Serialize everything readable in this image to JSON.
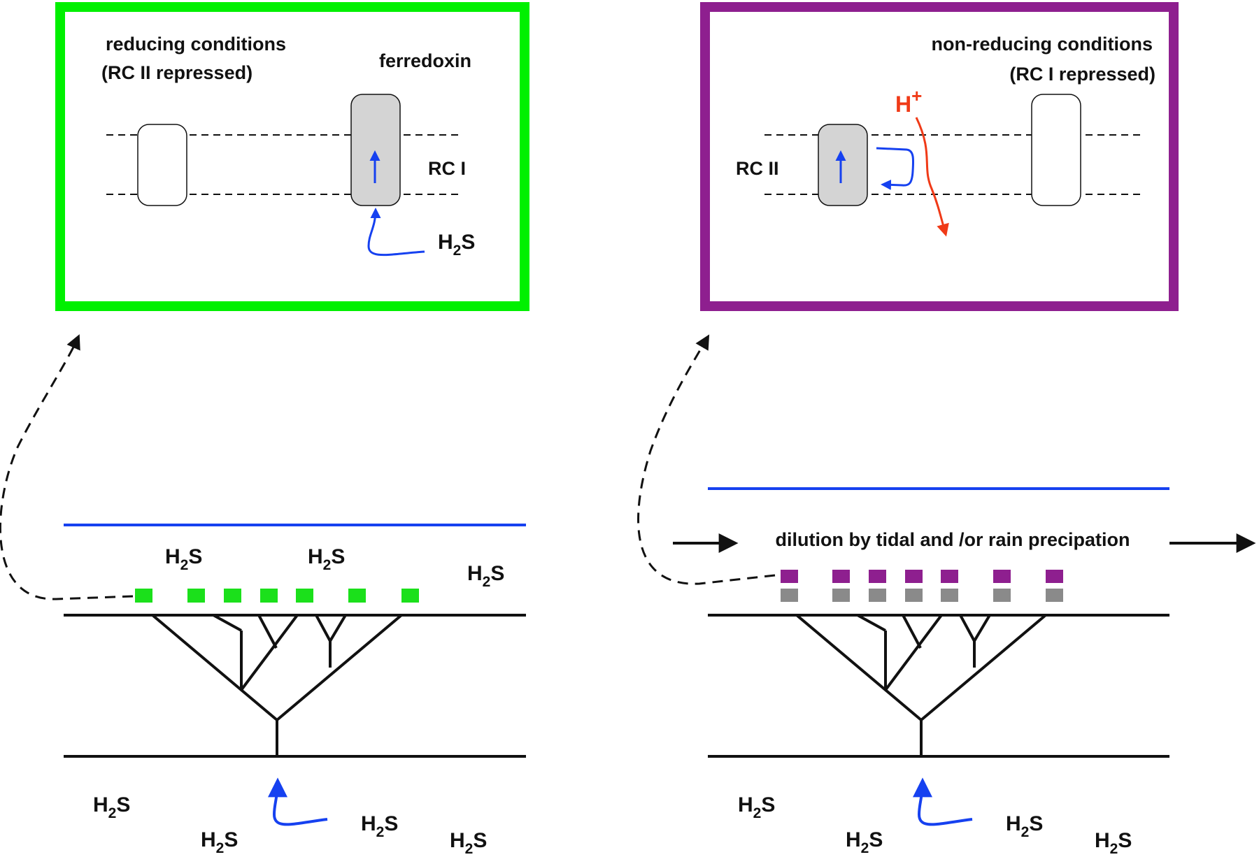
{
  "colors": {
    "left_frame": "#00f000",
    "right_frame": "#8e1f8f",
    "water_line": "#1641f0",
    "electron_arrow": "#1641f0",
    "proton_arrow": "#f03a17",
    "active_rc_fill": "#d4d4d4",
    "cell_green": "#1be01b",
    "cell_purple": "#8e1f8f",
    "cell_gray": "#8a8a8a"
  },
  "left_panel": {
    "condition_line1": "reducing conditions",
    "condition_line2": "(RC II repressed)",
    "ferredoxin": "ferredoxin",
    "rc_label": "RC I",
    "h2s": {
      "main": "H",
      "sub": "2",
      "tail": "S"
    }
  },
  "right_panel": {
    "condition_line1": "non-reducing conditions",
    "condition_line2": "(RC I repressed)",
    "rc_label": "RC II",
    "proton": {
      "main": "H",
      "sup": "+"
    }
  },
  "bottom": {
    "dilution_text": "dilution by tidal and /or rain precipation",
    "h2s": {
      "main": "H",
      "sub": "2",
      "tail": "S"
    }
  },
  "icons": [
    "dashed-link-arrow-icon",
    "electron-flow-arrow-icon",
    "proton-flow-arrow-icon",
    "tree-icon"
  ]
}
